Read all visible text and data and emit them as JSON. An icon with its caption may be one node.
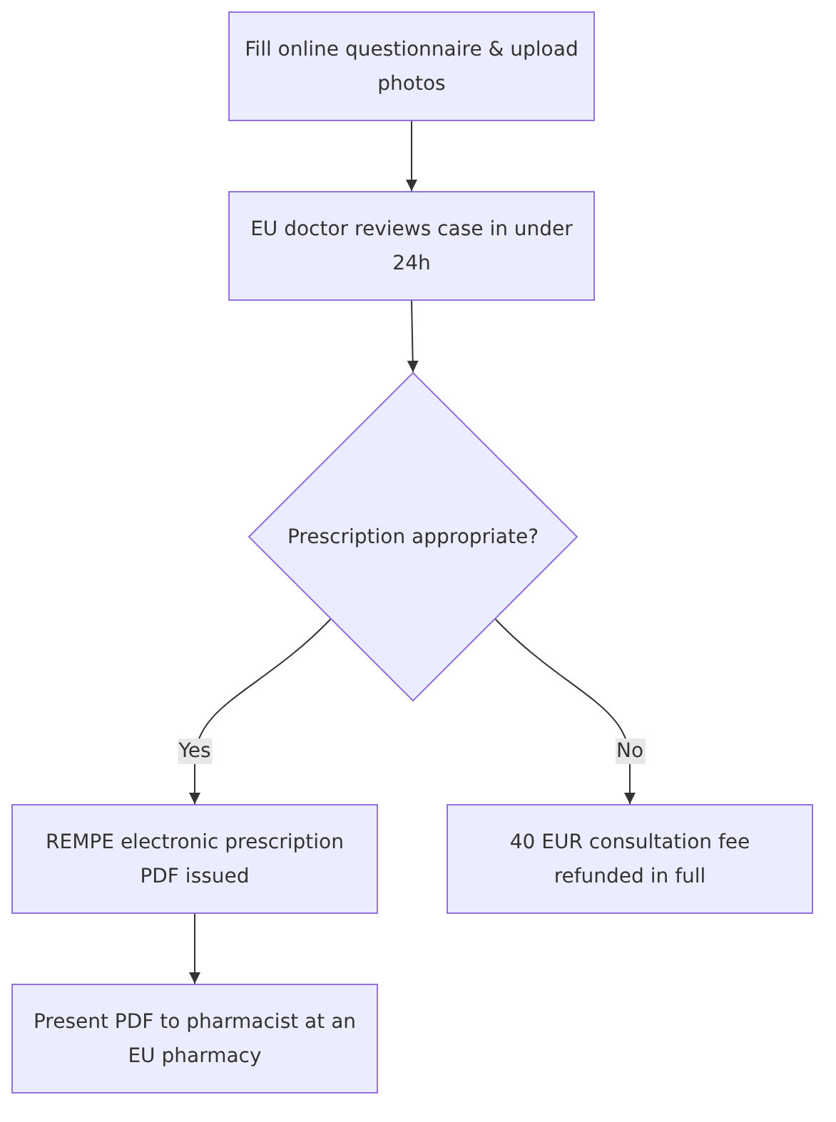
{
  "diagram": {
    "nodes": [
      {
        "text": [
          "Fill online questionnaire & upload photos"
        ]
      },
      {
        "text": [
          "EU doctor reviews case in under 24h"
        ]
      },
      {
        "text": [
          "Prescription appropriate?"
        ]
      },
      {
        "text": [
          "REMPE electronic prescription PDF issued"
        ]
      },
      {
        "text": [
          "40 EUR consultation fee refunded in full"
        ]
      },
      {
        "text": [
          "Present PDF to pharmacist at an EU pharmacy"
        ]
      }
    ],
    "edges": [
      {
        "from": 0,
        "to": 1,
        "arrow": "to"
      },
      {
        "from": 1,
        "to": 2,
        "arrow": "to"
      },
      {
        "from": 2,
        "to": 3,
        "arrow": "to",
        "label": "Yes"
      },
      {
        "from": 2,
        "to": 4,
        "arrow": "to",
        "label": "No"
      },
      {
        "from": 3,
        "to": 5,
        "arrow": "to"
      }
    ]
  }
}
